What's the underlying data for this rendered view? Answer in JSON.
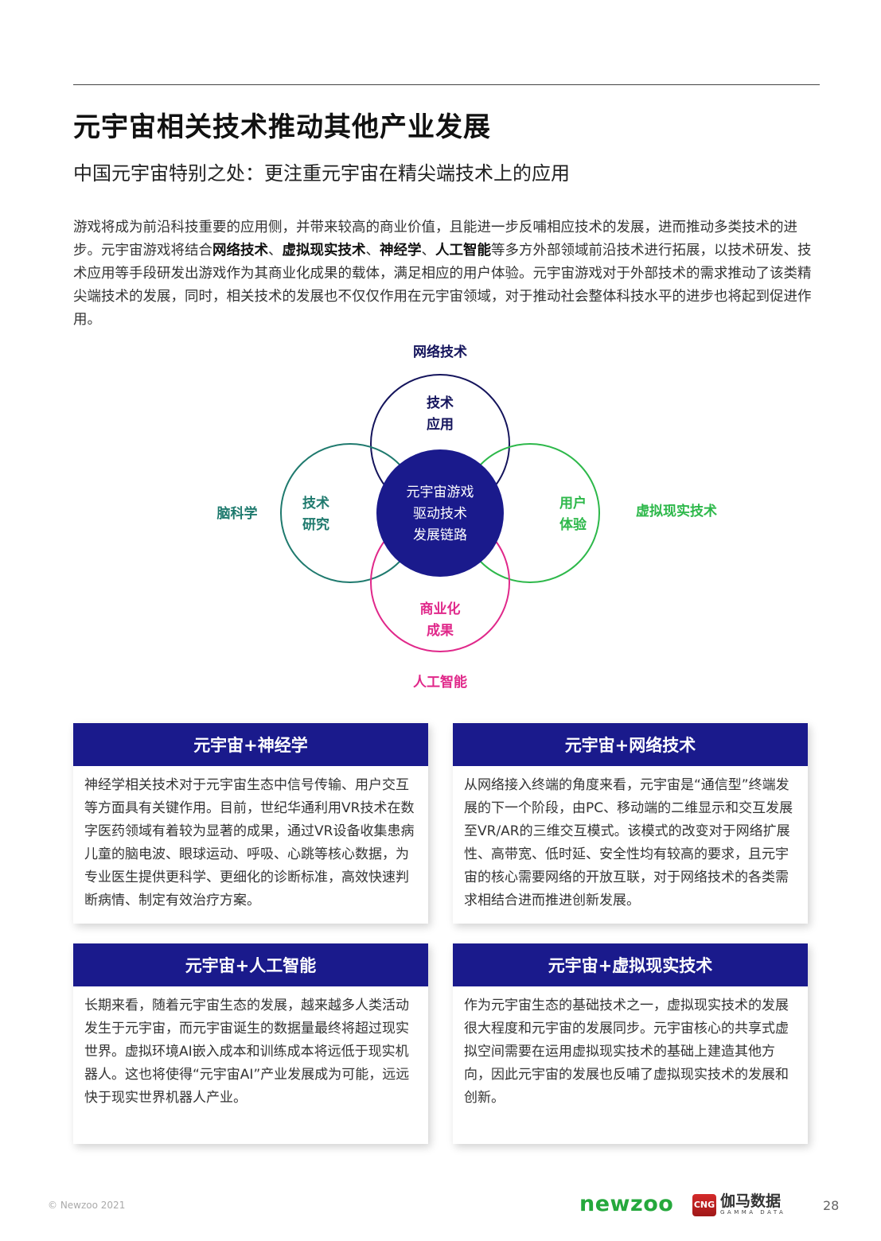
{
  "header": {
    "title": "元宇宙相关技术推动其他产业发展",
    "subtitle": "中国元宇宙特别之处：更注重元宇宙在精尖端技术上的应用"
  },
  "intro": {
    "seg1": "游戏将成为前沿科技重要的应用侧，并带来较高的商业价值，且能进一步反哺相应技术的发展，进而推动多类技术的进步。元宇宙游戏将结合",
    "bold1": "网络技术",
    "sep1": "、",
    "bold2": "虚拟现实技术",
    "sep2": "、",
    "bold3": "神经学",
    "sep3": "、",
    "bold4": "人工智能",
    "seg2": "等多方外部领域前沿技术进行拓展，以技术研发、技术应用等手段研发出游戏作为其商业化成果的载体，满足相应的用户体验。元宇宙游戏对于外部技术的需求推动了该类精尖端技术的发展，同时，相关技术的发展也不仅仅作用在元宇宙领域，对于推动社会整体科技水平的进步也将起到促进作用。"
  },
  "diagram": {
    "center": [
      "元宇宙游戏",
      "驱动技术",
      "发展链路"
    ],
    "top": {
      "inner": [
        "技术",
        "应用"
      ],
      "outer": "网络技术",
      "color": "#14145c"
    },
    "left": {
      "inner": [
        "技术",
        "研究"
      ],
      "outer": "脑科学",
      "color": "#1f7a6e"
    },
    "right": {
      "inner": [
        "用户",
        "体验"
      ],
      "outer": "虚拟现实技术",
      "color": "#2db84a"
    },
    "bottom": {
      "inner": [
        "商业化",
        "成果"
      ],
      "outer": "人工智能",
      "color": "#e0288a"
    },
    "center_color": "#1a1a8c"
  },
  "cards": [
    {
      "title": "元宇宙+神经学",
      "body": "神经学相关技术对于元宇宙生态中信号传输、用户交互等方面具有关键作用。目前，世纪华通利用VR技术在数字医药领域有着较为显著的成果，通过VR设备收集患病儿童的脑电波、眼球运动、呼吸、心跳等核心数据，为专业医生提供更科学、更细化的诊断标准，高效快速判断病情、制定有效治疗方案。"
    },
    {
      "title": "元宇宙+网络技术",
      "body": "从网络接入终端的角度来看，元宇宙是“通信型”终端发展的下一个阶段，由PC、移动端的二维显示和交互发展至VR/AR的三维交互模式。该模式的改变对于网络扩展性、高带宽、低时延、安全性均有较高的要求，且元宇宙的核心需要网络的开放互联，对于网络技术的各类需求相结合进而推进创新发展。"
    },
    {
      "title": "元宇宙+人工智能",
      "body": "长期来看，随着元宇宙生态的发展，越来越多人类活动发生于元宇宙，而元宇宙诞生的数据量最终将超过现实世界。虚拟环境AI嵌入成本和训练成本将远低于现实机器人。这也将使得“元宇宙AI”产业发展成为可能，远远快于现实世界机器人产业。"
    },
    {
      "title": "元宇宙+虚拟现实技术",
      "body": "作为元宇宙生态的基础技术之一，虚拟现实技术的发展很大程度和元宇宙的发展同步。元宇宙核心的共享式虚拟空间需要在运用虚拟现实技术的基础上建造其他方向，因此元宇宙的发展也反哺了虚拟现实技术的发展和创新。"
    }
  ],
  "footer": {
    "copyright": "© Newzoo 2021",
    "brand1": "newzoo",
    "brand2_logo": "CNG",
    "brand2_cn": "伽马数据",
    "brand2_en": "GAMMA DATA",
    "page": "28"
  }
}
